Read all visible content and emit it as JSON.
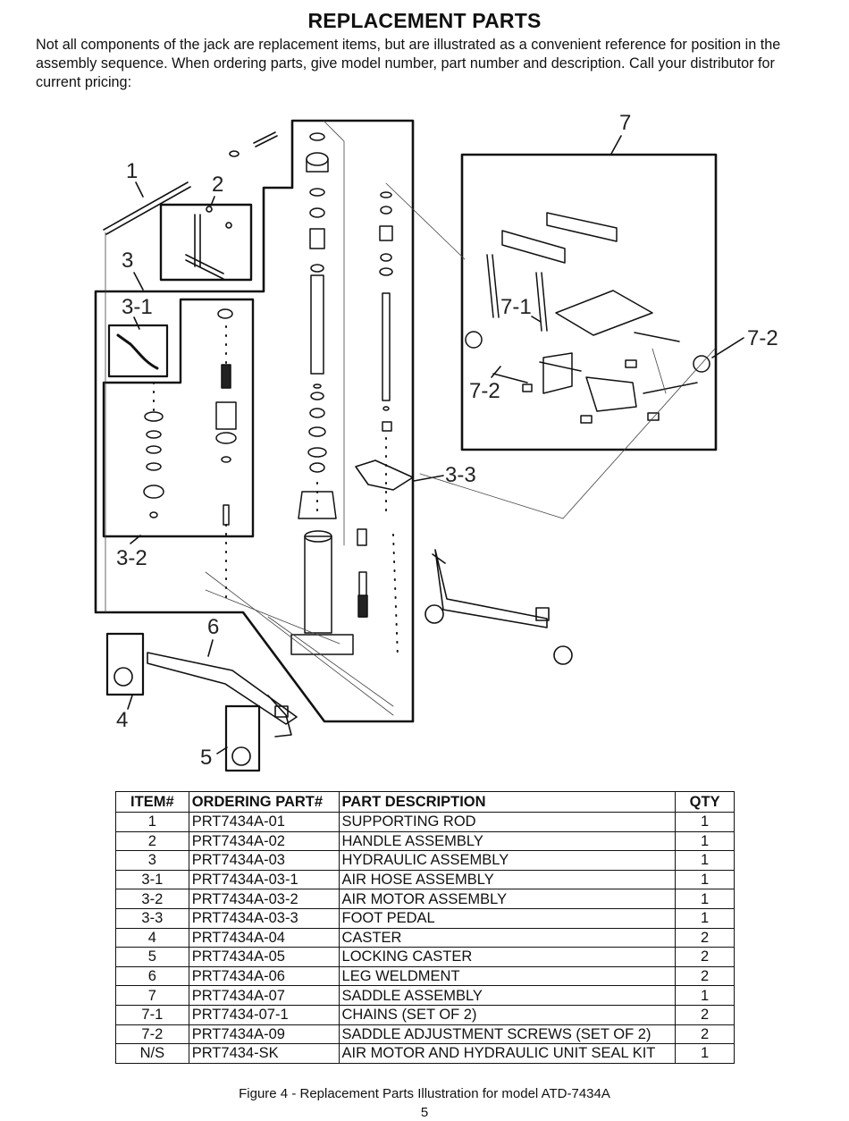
{
  "header": {
    "title": "REPLACEMENT PARTS",
    "intro": "Not all components of the jack are replacement items, but are illustrated as a convenient reference for position in the assembly sequence. When ordering parts, give model number, part number and description. Call your distributor for current pricing:"
  },
  "diagram": {
    "labels": {
      "l1": "1",
      "l2": "2",
      "l3": "3",
      "l3_1": "3-1",
      "l3_2": "3-2",
      "l3_3": "3-3",
      "l4": "4",
      "l5": "5",
      "l6": "6",
      "l7": "7",
      "l7_1": "7-1",
      "l7_2a": "7-2",
      "l7_2b": "7-2"
    }
  },
  "table": {
    "headers": [
      "ITEM#",
      "ORDERING PART#",
      "PART DESCRIPTION",
      "QTY"
    ],
    "rows": [
      [
        "1",
        "PRT7434A-01",
        "SUPPORTING ROD",
        "1"
      ],
      [
        "2",
        "PRT7434A-02",
        "HANDLE ASSEMBLY",
        "1"
      ],
      [
        "3",
        "PRT7434A-03",
        "HYDRAULIC ASSEMBLY",
        "1"
      ],
      [
        "3-1",
        "PRT7434A-03-1",
        "AIR HOSE ASSEMBLY",
        "1"
      ],
      [
        "3-2",
        "PRT7434A-03-2",
        "AIR MOTOR ASSEMBLY",
        "1"
      ],
      [
        "3-3",
        "PRT7434A-03-3",
        "FOOT PEDAL",
        "1"
      ],
      [
        "4",
        "PRT7434A-04",
        "CASTER",
        "2"
      ],
      [
        "5",
        "PRT7434A-05",
        "LOCKING CASTER",
        "2"
      ],
      [
        "6",
        "PRT7434A-06",
        "LEG WELDMENT",
        "2"
      ],
      [
        "7",
        "PRT7434A-07",
        "SADDLE ASSEMBLY",
        "1"
      ],
      [
        "7-1",
        "PRT7434-07-1",
        "CHAINS (SET OF 2)",
        "2"
      ],
      [
        "7-2",
        "PRT7434A-09",
        "SADDLE ADJUSTMENT SCREWS (SET OF 2)",
        "2"
      ],
      [
        "N/S",
        "PRT7434-SK",
        "AIR MOTOR AND HYDRAULIC UNIT SEAL KIT",
        "1"
      ]
    ]
  },
  "footer": {
    "caption": "Figure 4 - Replacement Parts Illustration for model  ATD-7434A",
    "page": "5"
  }
}
